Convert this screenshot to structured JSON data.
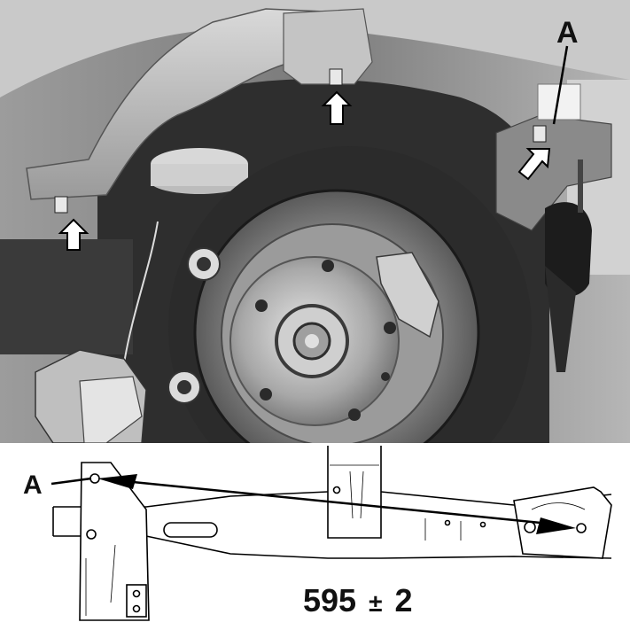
{
  "photo": {
    "callout_label": "A"
  },
  "diagram": {
    "callout_label": "A",
    "dimension": "595",
    "tolerance_symbol": "±",
    "tolerance_value": "2"
  }
}
